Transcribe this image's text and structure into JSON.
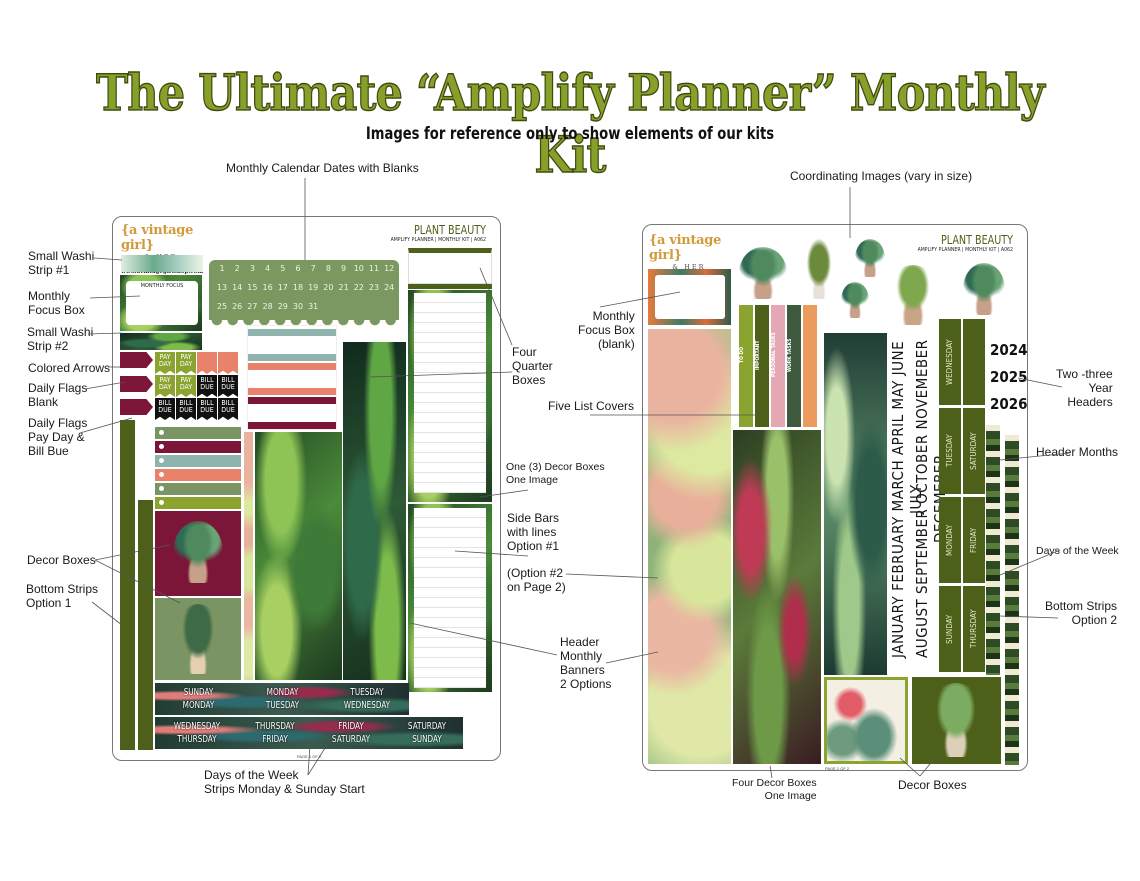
{
  "header": {
    "title": "The Ultimate “Amplify Planner” Monthly Kit",
    "subtitle": "Images for reference only to show elements of our kits"
  },
  "colors": {
    "title_green": "#86a02a",
    "olive": "#4d6019",
    "sage": "#7a9463",
    "burgundy": "#7c1638",
    "teal_gray": "#8fb3ad",
    "coral": "#e8826a",
    "lime": "#8aa42f",
    "pink": "#e4a7b4",
    "orange": "#eb9b5d",
    "black": "#111111"
  },
  "brand": {
    "name": "{a vintage girl}",
    "tagline": "& HER DAUGHTER",
    "url": "www.avintagegirlshop.com"
  },
  "kit": {
    "name": "PLANT BEAUTY",
    "line": "AMPLIFY PLANNER | MONTHLY KIT | A062"
  },
  "page1": {
    "focus_label": "MONTHLY FOCUS",
    "calendar_dates": [
      "1",
      "2",
      "3",
      "4",
      "5",
      "6",
      "7",
      "8",
      "9",
      "10",
      "11",
      "12",
      "13",
      "14",
      "15",
      "16",
      "17",
      "18",
      "19",
      "20",
      "21",
      "22",
      "23",
      "24",
      "25",
      "26",
      "27",
      "28",
      "29",
      "30",
      "31"
    ],
    "flags": {
      "row1": [
        "PAY DAY",
        "PAY DAY",
        "",
        ""
      ],
      "row2": [
        "PAY DAY",
        "PAY DAY",
        "BILL DUE",
        "BILL DUE"
      ],
      "row3": [
        "BILL DUE",
        "BILL DUE",
        "BILL DUE",
        "BILL DUE"
      ]
    },
    "day_strips": {
      "row1": [
        "SUNDAY\nMONDAY",
        "MONDAY\nTUESDAY",
        "TUESDAY\nWEDNESDAY"
      ],
      "row2": [
        "WEDNESDAY\nTHURSDAY",
        "THURSDAY\nFRIDAY",
        "FRIDAY\nSATURDAY",
        "SATURDAY\nSUNDAY"
      ]
    },
    "strip_lines": {
      "sunday": "SUNDAY",
      "monday": "MONDAY",
      "monday2": "MONDAY",
      "tuesday": "TUESDAY",
      "tuesday2": "TUESDAY",
      "wednesday": "WEDNESDAY",
      "wednesday2": "WEDNESDAY",
      "thursday": "THURSDAY",
      "thursday2": "THURSDAY",
      "friday": "FRIDAY",
      "friday2": "FRIDAY",
      "saturday": "SATURDAY",
      "saturday2": "SATURDAY",
      "sunday2": "SUNDAY"
    },
    "page_label": "PAGE 1 OF 2"
  },
  "page2": {
    "list_covers": [
      "TO DO",
      "IMPORTANT",
      "PERSONAL TASKS",
      "WORK TASKS",
      ""
    ],
    "months_col1": "JANUARY FEBRUARY MARCH APRIL MAY JUNE JULY",
    "months_col2": "AUGUST SEPTEMBER OCTOBER NOVEMEBER DECEMEBER",
    "day_col1": [
      "SUNDAY",
      "MONDAY",
      "TUESDAY",
      "WEDNESDAY"
    ],
    "day_col2": [
      "THURSDAY",
      "FRIDAY",
      "SATURDAY",
      ""
    ],
    "years": [
      "2024",
      "2025",
      "2026"
    ],
    "page_label": "PAGE 2 OF 2"
  },
  "annotations": {
    "calendar_dates": "Monthly Calendar Dates with Blanks",
    "coordinating_images": "Coordinating Images (vary in size)",
    "small_washi_1": [
      "Small Washi",
      "Strip #1"
    ],
    "monthly_focus": [
      "Monthly",
      "Focus Box"
    ],
    "small_washi_2": [
      "Small Washi",
      "Strip #2"
    ],
    "colored_arrows": "Colored Arrows",
    "daily_flags_blank": [
      "Daily Flags",
      "Blank"
    ],
    "daily_flags_payday": [
      "Daily Flags",
      "Pay Day &",
      "Bill Bue"
    ],
    "decor_boxes_left": "Decor Boxes",
    "bottom_strips_1": [
      "Bottom Strips",
      "Option 1"
    ],
    "days_of_week_strips": [
      "Days of the Week",
      "Strips Monday & Sunday Start"
    ],
    "four_quarter": [
      "Four",
      "Quarter",
      "Boxes"
    ],
    "monthly_focus_blank": [
      "Monthly",
      "Focus Box",
      "(blank)"
    ],
    "five_list": "Five List Covers",
    "one_decor": [
      "One (3) Decor Boxes",
      "One Image"
    ],
    "side_bars": [
      "Side Bars",
      "with lines",
      "Option #1"
    ],
    "option2": [
      "(Option #2",
      "on Page 2)"
    ],
    "header_banners": [
      "Header",
      "Monthly",
      "Banners",
      "2 Options"
    ],
    "two_three_year": [
      "Two -three",
      "Year",
      "Headers"
    ],
    "header_months": "Header Months",
    "days_of_week": "Days of the Week",
    "bottom_strips_2": [
      "Bottom Strips",
      "Option 2"
    ],
    "four_decor": [
      "Four Decor Boxes",
      "One Image"
    ],
    "decor_boxes_right": "Decor Boxes"
  }
}
